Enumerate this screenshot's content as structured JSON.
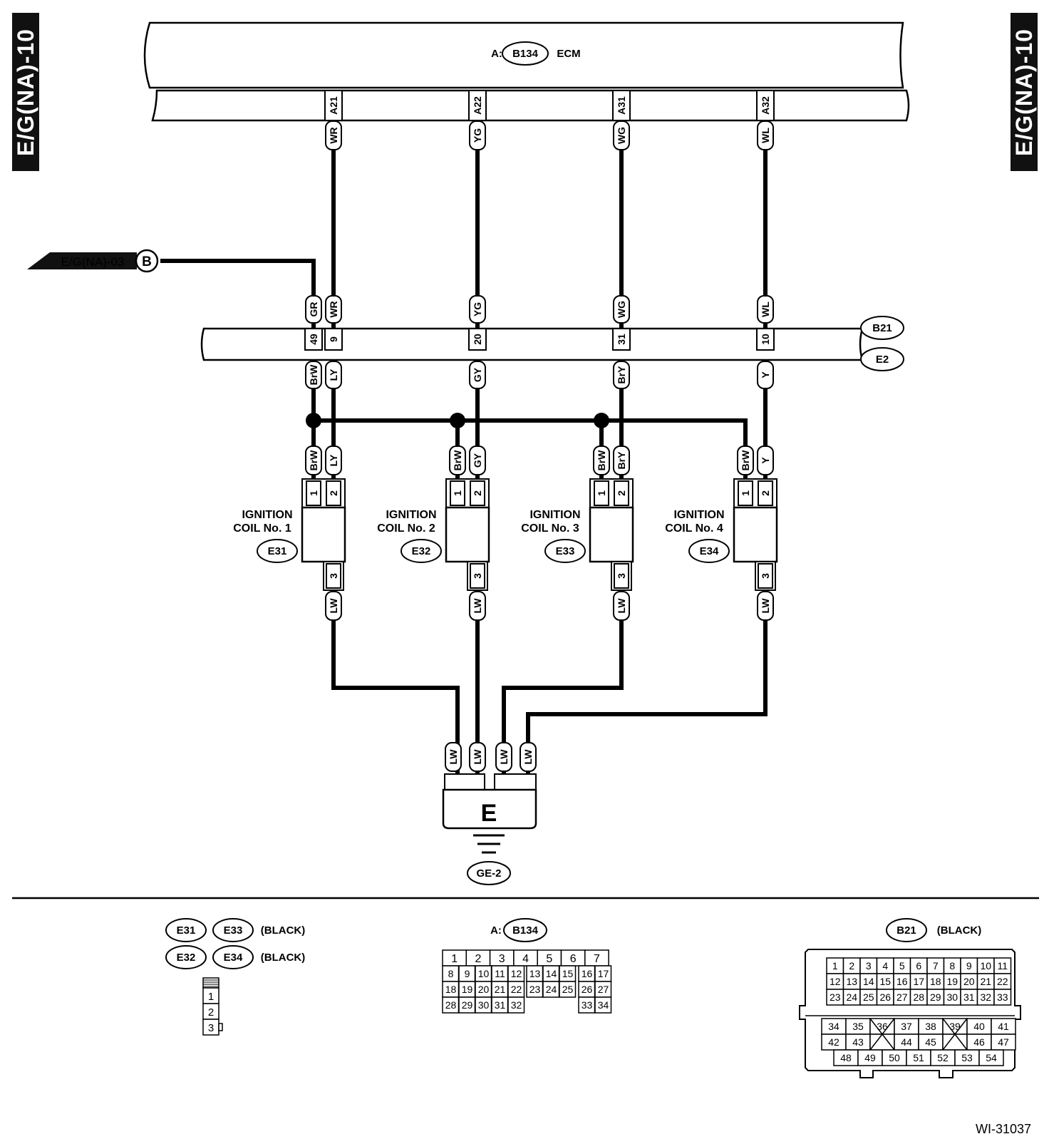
{
  "page": {
    "tab_left": "E/G(NA)-10",
    "tab_right": "E/G(NA)-10",
    "figure_id": "WI-31037"
  },
  "ecm": {
    "prefix": "A:",
    "connector": "B134",
    "name": "ECM",
    "pins": [
      {
        "pin": "A21",
        "wire": "WR"
      },
      {
        "pin": "A22",
        "wire": "YG"
      },
      {
        "pin": "A31",
        "wire": "WG"
      },
      {
        "pin": "A32",
        "wire": "WL"
      }
    ]
  },
  "ref": {
    "text": "E/G(NA)-03",
    "letter": "B"
  },
  "junction": {
    "top_connector": "B21",
    "bottom_connector": "E2",
    "pins": [
      {
        "num": "49",
        "top": "GR",
        "bottom": "BrW"
      },
      {
        "num": "9",
        "top": "WR",
        "bottom": "LY"
      },
      {
        "num": "20",
        "top": "YG",
        "bottom": "GY"
      },
      {
        "num": "31",
        "top": "WG",
        "bottom": "BrY"
      },
      {
        "num": "10",
        "top": "WL",
        "bottom": "Y"
      }
    ]
  },
  "coils": [
    {
      "line1": "IGNITION",
      "line2": "COIL No. 1",
      "connector": "E31",
      "pin1": "1",
      "pin2": "2",
      "pin3": "3",
      "wire1": "BrW",
      "wire2": "LY",
      "wire3": "LW"
    },
    {
      "line1": "IGNITION",
      "line2": "COIL No. 2",
      "connector": "E32",
      "pin1": "1",
      "pin2": "2",
      "pin3": "3",
      "wire1": "BrW",
      "wire2": "GY",
      "wire3": "LW"
    },
    {
      "line1": "IGNITION",
      "line2": "COIL No. 3",
      "connector": "E33",
      "pin1": "1",
      "pin2": "2",
      "pin3": "3",
      "wire1": "BrW",
      "wire2": "BrY",
      "wire3": "LW"
    },
    {
      "line1": "IGNITION",
      "line2": "COIL No. 4",
      "connector": "E34",
      "pin1": "1",
      "pin2": "2",
      "pin3": "3",
      "wire1": "BrW",
      "wire2": "Y",
      "wire3": "LW"
    }
  ],
  "ground": {
    "wires": [
      "LW",
      "LW",
      "LW",
      "LW"
    ],
    "label": "E",
    "point": "GE-2"
  },
  "legend": {
    "coil_connectors": {
      "row1": [
        "E31",
        "E33"
      ],
      "row2": [
        "E32",
        "E34"
      ],
      "color_note": "(BLACK)",
      "pins": [
        "1",
        "2",
        "3"
      ]
    },
    "ecm_connector": {
      "prefix": "A:",
      "name": "B134",
      "rows": [
        [
          "1",
          "2",
          "3",
          "4",
          "5",
          "6",
          "7"
        ],
        [
          "8",
          "9",
          "10",
          "11",
          "12",
          "13",
          "14",
          "15",
          "16",
          "17"
        ],
        [
          "18",
          "19",
          "20",
          "21",
          "22",
          "23",
          "24",
          "25",
          "26",
          "27"
        ],
        [
          "28",
          "29",
          "30",
          "31",
          "32",
          "33",
          "34"
        ]
      ]
    },
    "b21_connector": {
      "name": "B21",
      "color_note": "(BLACK)",
      "rows": [
        [
          "1",
          "2",
          "3",
          "4",
          "5",
          "6",
          "7",
          "8",
          "9",
          "10",
          "11"
        ],
        [
          "12",
          "13",
          "14",
          "15",
          "16",
          "17",
          "18",
          "19",
          "20",
          "21",
          "22"
        ],
        [
          "23",
          "24",
          "25",
          "26",
          "27",
          "28",
          "29",
          "30",
          "31",
          "32",
          "33"
        ],
        [
          "34",
          "35",
          "36",
          "37",
          "38",
          "39",
          "40",
          "41"
        ],
        [
          "42",
          "43",
          "44",
          "45",
          "46",
          "47"
        ],
        [
          "48",
          "49",
          "50",
          "51",
          "52",
          "53",
          "54"
        ]
      ]
    }
  }
}
